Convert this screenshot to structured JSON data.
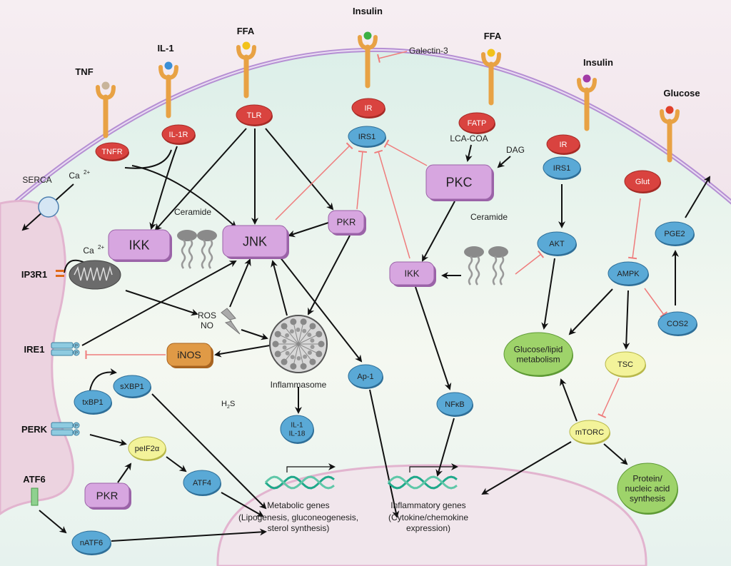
{
  "ligands": {
    "tnf": "TNF",
    "il1": "IL-1",
    "ffa1": "FFA",
    "insulin1": "Insulin",
    "ffa2": "FFA",
    "insulin2": "Insulin",
    "glucose": "Glucose"
  },
  "nodes": {
    "tnfr": [
      "TNFR"
    ],
    "il1r": [
      "IL-1R"
    ],
    "tlr": [
      "TLR"
    ],
    "ir1": [
      "IR"
    ],
    "fatp": [
      "FATP"
    ],
    "ir2": [
      "IR"
    ],
    "glut": [
      "Glut"
    ],
    "irs1a": [
      "IRS1"
    ],
    "irs1b": [
      "IRS1"
    ],
    "akt": [
      "AKT"
    ],
    "ampk": [
      "AMPK"
    ],
    "pge2": [
      "PGE2"
    ],
    "cos2": [
      "COS2"
    ],
    "ap1": [
      "Ap-1"
    ],
    "nfkb": [
      "NFκB"
    ],
    "il1_il18": [
      "IL-1",
      "IL-18"
    ],
    "txbp1": [
      "txBP1"
    ],
    "sxbp1": [
      "sXBP1"
    ],
    "atf4": [
      "ATF4"
    ],
    "natf6": [
      "nATF6"
    ],
    "ikk1": [
      "IKK"
    ],
    "jnk": [
      "JNK"
    ],
    "pkr1": [
      "PKR"
    ],
    "pkc": [
      "PKC"
    ],
    "ikk2": [
      "IKK"
    ],
    "pkr2": [
      "PKR"
    ],
    "inos": [
      "iNOS"
    ],
    "peif2a": [
      "peIF2α"
    ],
    "tsc": [
      "TSC"
    ],
    "mtorc": [
      "mTORC"
    ],
    "glucose_lipid": [
      "Glucose/lipid",
      "metabolism"
    ],
    "protein_synth": [
      "Protein/",
      "nucleic acid",
      "synthesis"
    ]
  },
  "labels": {
    "serca": "SERCA",
    "ca1": "Ca",
    "ca2": "Ca",
    "ca_sup": "2+",
    "ip3r1": "IP3R1",
    "ire1": "IRE1",
    "perk": "PERK",
    "atf6": "ATF6",
    "ros": "ROS",
    "no": "NO",
    "h2s_h": "H",
    "h2s_2": "2",
    "h2s_s": "S",
    "ceramide1": "Ceramide",
    "ceramide2": "Ceramide",
    "lca_coa": "LCA-COA",
    "dag": "DAG",
    "galectin3": "Galectin-3",
    "inflammasome": "Inflammasome",
    "metabolic_genes": "Metabolic genes",
    "metabolic_sub1": "(Lipogenesis, gluconeogenesis,",
    "metabolic_sub2": "sterol synthesis)",
    "inflammatory_genes": "Inflammatory genes",
    "inflammatory_sub1": "(Cytokine/chemokine",
    "inflammatory_sub2": "expression)",
    "phospho": "P"
  },
  "colors": {
    "red_node": "#d9433f",
    "blue_node": "#5aa9d6",
    "purple_node": "#d7a6e0",
    "orange_node": "#e09a46",
    "yellow_node": "#f3f39a",
    "green_node": "#9ed36a",
    "membrane": "#b58fd3",
    "receptor": "#e8a244",
    "inhibit": "#ef7c7c",
    "dna": "#1fa88a",
    "ligand_tnf": "#c8b49a",
    "ligand_il1": "#3a8fd6",
    "ligand_ffa": "#f2c21a",
    "ligand_insulin1": "#3cb043",
    "ligand_insulin2": "#a23aa6",
    "ligand_glucose": "#e0402a"
  }
}
